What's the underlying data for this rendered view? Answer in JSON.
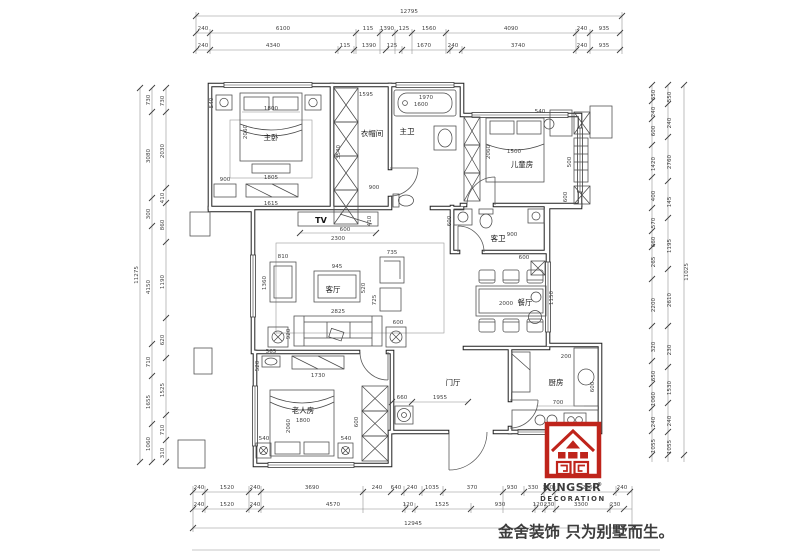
{
  "rooms": {
    "master": "主卧",
    "cloak": "衣帽间",
    "master_bath": "主卫",
    "kids": "儿童房",
    "living": "客厅",
    "dining": "餐厅",
    "guest_bath": "客卫",
    "elder": "老人房",
    "foyer": "门厅",
    "kitchen": "厨房",
    "tv": "TV"
  },
  "dims": {
    "top_total": "12795",
    "top_row1": [
      "240",
      "6100",
      "115",
      "1390",
      "125",
      "1560",
      "4090",
      "240",
      "935"
    ],
    "top_row2": [
      "240",
      "4340",
      "115",
      "1390",
      "125",
      "1670",
      "240",
      "3740",
      "240",
      "935"
    ],
    "bottom_row1": [
      "240",
      "1520",
      "240",
      "3690",
      "240",
      "640",
      "240",
      "1035",
      "370",
      "930",
      "330",
      "330",
      "2966",
      "240"
    ],
    "bottom_row2": [
      "240",
      "1520",
      "240",
      "4570",
      "120",
      "1525",
      "930",
      "120",
      "230",
      "3300",
      "230"
    ],
    "bottom_total": "12945",
    "left_total": "11275",
    "left_outer": [
      "730",
      "3080",
      "300",
      "4150",
      "710",
      "1655",
      "1060"
    ],
    "left_inner": [
      "730",
      "2030",
      "410",
      "860",
      "1190",
      "620",
      "1525",
      "710",
      "310"
    ],
    "right_total": "11025",
    "right_inner": [
      "650",
      "240",
      "600",
      "1420",
      "400",
      "570",
      "660",
      "265",
      "2200",
      "320",
      "650",
      "1060",
      "240",
      "1055"
    ],
    "right_outer": [
      "550",
      "240",
      "2760",
      "145",
      "1195",
      "2610",
      "230",
      "1530",
      "240",
      "1055"
    ],
    "master": [
      "540",
      "1800",
      "2060",
      "1805",
      "900",
      "1615"
    ],
    "cloak": [
      "1595",
      "3540",
      "600",
      "900"
    ],
    "master_bath": [
      "1970",
      "1600"
    ],
    "kids": [
      "540",
      "1500",
      "2060",
      "500",
      "600"
    ],
    "living": [
      "2300",
      "410",
      "810",
      "1360",
      "945",
      "520",
      "735",
      "725",
      "2825",
      "920",
      "600"
    ],
    "dining": [
      "2000",
      "600",
      "1150"
    ],
    "guest_bath": [
      "600",
      "900"
    ],
    "elder": [
      "565",
      "520",
      "1730",
      "1800",
      "2060",
      "540",
      "540",
      "600",
      "660",
      "1955"
    ],
    "kitchen": [
      "700",
      "200",
      "600"
    ]
  },
  "logo": {
    "brand": "KINGSER",
    "reg": "®",
    "sub": "DECORATION",
    "tagline": "金舍装饰 只为别墅而生。"
  },
  "colors": {
    "logo_red": "#bf241b",
    "logo_dark": "#4b443c",
    "tagline": "#3e332a"
  }
}
